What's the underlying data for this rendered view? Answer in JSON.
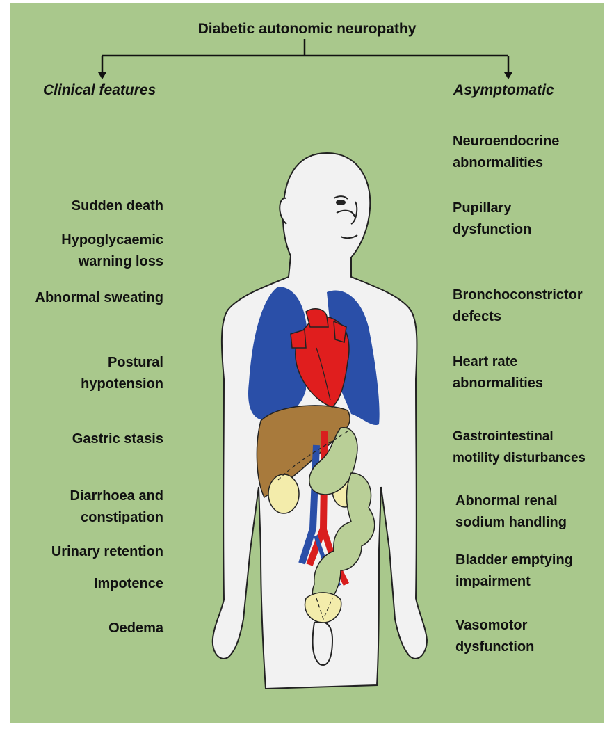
{
  "title": "Diabetic autonomic neuropathy",
  "branches": {
    "left_heading": "Clinical features",
    "right_heading": "Asymptomatic"
  },
  "clinical_features": [
    "Sudden death",
    "Hypoglycaemic\nwarning loss",
    "Abnormal sweating",
    "Postural\nhypotension",
    "Gastric stasis",
    "Diarrhoea and\nconstipation",
    "Urinary retention",
    "Impotence",
    "Oedema"
  ],
  "asymptomatic": [
    "Neuroendocrine\nabnormalities",
    "Pupillary\ndysfunction",
    "Bronchoconstrictor\ndefects",
    "Heart rate\nabnormalities",
    "Gastrointestinal\nmotility disturbances",
    "Abnormal renal\nsodium handling",
    "Bladder emptying\nimpairment",
    "Vasomotor\ndysfunction"
  ],
  "colors": {
    "background": "#a9c88c",
    "body": "#f2f2f2",
    "lungs": "#2a4fa8",
    "heart": "#e01e1e",
    "liver": "#a87a3c",
    "intestine": "#b9cf97",
    "kidney": "#f3ecab",
    "artery": "#d91e1e",
    "vein": "#2a4fa8"
  }
}
